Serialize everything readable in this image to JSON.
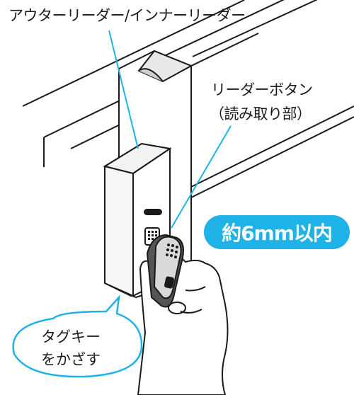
{
  "labels": {
    "reader": "アウターリーダー/インナーリーダー",
    "reader_button_line1": "リーダーボタン",
    "reader_button_line2": "（読み取り部）",
    "distance": "約6mm以内",
    "tag_line1": "タグキー",
    "tag_line2": "をかざす"
  },
  "colors": {
    "accent": "#1eb2e6",
    "line": "#1a1a1a",
    "tag_dark": "#555555"
  },
  "icons": {
    "reader": "card-reader-device",
    "tag": "tag-key-fob",
    "hand": "hand-holding-tag"
  }
}
